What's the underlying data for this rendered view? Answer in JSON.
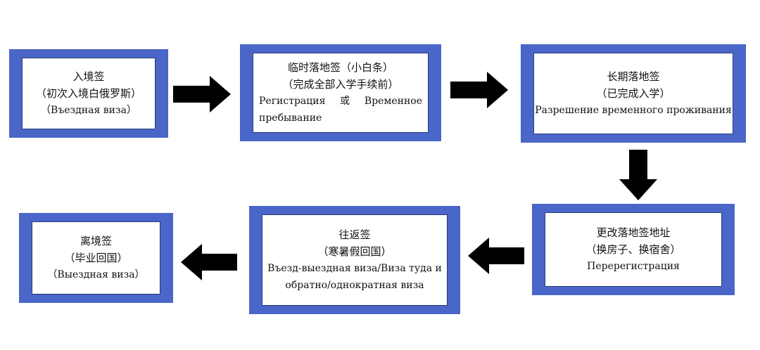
{
  "colors": {
    "frame": "#4a66c8",
    "border": "#2a3a7a",
    "arrow": "#000000",
    "text": "#111111"
  },
  "boxes": {
    "entry_visa": {
      "title": "入境签",
      "subtitle": "（初次入境白俄罗斯）",
      "russian": "（Въездная виза）"
    },
    "temporary_visa": {
      "title": "临时落地签（小白条）",
      "subtitle": "（完成全部入学手续前）",
      "russian_left": "Регистрация",
      "russian_mid": "或",
      "russian_right": "Временное",
      "russian_line2": "пребывание"
    },
    "long_term_visa": {
      "title": "长期落地签",
      "subtitle": "（已完成入学）",
      "russian": "Разрешение временного проживания"
    },
    "change_address": {
      "title": "更改落地签地址",
      "subtitle": "（换房子、换宿舍）",
      "russian": "Перерегистрация"
    },
    "round_trip_visa": {
      "title": "往返签",
      "subtitle": "（寒暑假回国）",
      "russian_line1": "Въезд-выездная виза/Виза туда и",
      "russian_line2": "обратно/однократная виза"
    },
    "exit_visa": {
      "title": "离境签",
      "subtitle": "（毕业回国）",
      "russian": "（Выездная виза）"
    }
  }
}
